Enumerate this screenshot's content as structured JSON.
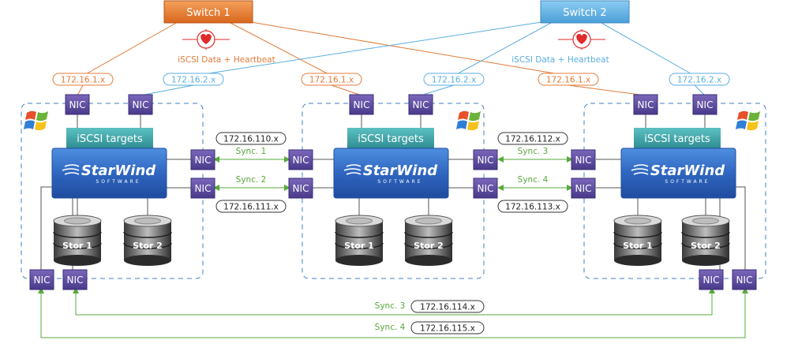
{
  "switches": {
    "s1": {
      "label": "Switch 1",
      "color": "#e6802e"
    },
    "s2": {
      "label": "Switch 2",
      "color": "#5aaee0"
    }
  },
  "heartbeat": {
    "left": "iSCSI Data + Heartbeat",
    "right": "iSCSI Data + Heartbeat"
  },
  "subnets": {
    "n1_a": "172.16.1.x",
    "n1_b": "172.16.2.x",
    "n2_a": "172.16.1.x",
    "n2_b": "172.16.2.x",
    "n3_a": "172.16.1.x",
    "n3_b": "172.16.2.x"
  },
  "nic": "NIC",
  "targets": "iSCSI targets",
  "brand": {
    "name": "StarWind",
    "sub": "SOFTWARE"
  },
  "disks": [
    "Stor 1",
    "Stor 2"
  ],
  "sync": {
    "s1": {
      "label": "Sync. 1",
      "ip": "172.16.110.x"
    },
    "s2": {
      "label": "Sync. 2",
      "ip": "172.16.111.x"
    },
    "s3a": {
      "label": "Sync. 3",
      "ip": "172.16.112.x"
    },
    "s4a": {
      "label": "Sync. 4",
      "ip": "172.16.113.x"
    },
    "s3b": {
      "label": "Sync. 3",
      "ip": "172.16.114.x"
    },
    "s4b": {
      "label": "Sync. 4",
      "ip": "172.16.115.x"
    }
  },
  "colors": {
    "orange": "#e07b39",
    "blue": "#5aaee0",
    "green": "#5aa83c",
    "nic": "#5b4a9c",
    "teal": "#3fa3a6",
    "starwind": "#2d63b5"
  }
}
